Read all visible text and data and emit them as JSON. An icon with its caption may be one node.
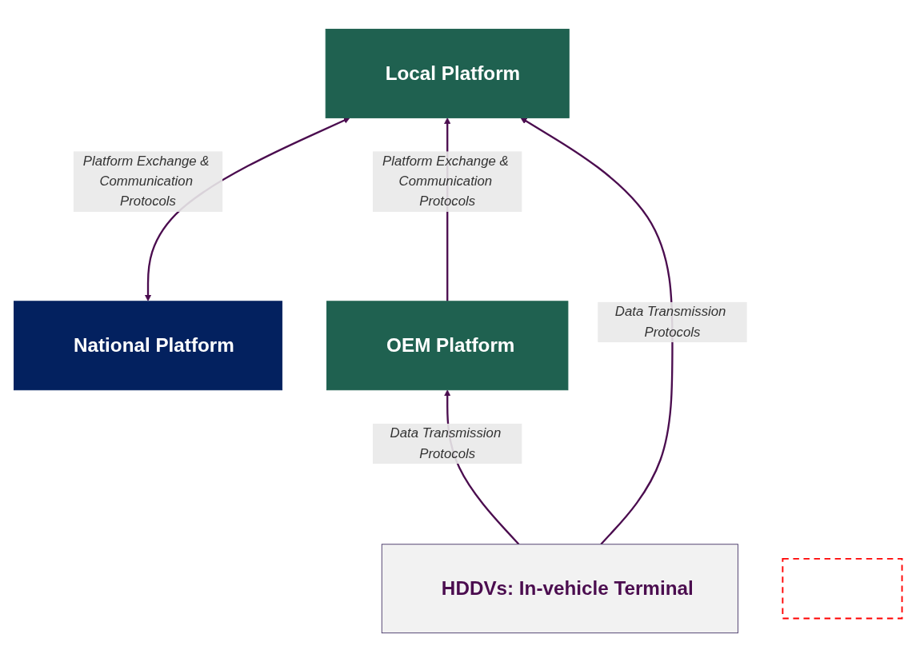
{
  "diagram": {
    "nodes": [
      {
        "text": [
          "National Platform"
        ]
      },
      {
        "text": [
          "OEM Platform"
        ]
      },
      {
        "text": [
          "Local Platform"
        ]
      },
      {
        "text": [
          "HDDVs: In-vehicle Terminal"
        ]
      },
      {
        "text": [],
        "shape": "box"
      }
    ],
    "edges": [
      {
        "from": 0,
        "to": 2,
        "arrow": "both",
        "label": "Platform Exchange & Communication Protocols"
      },
      {
        "from": 1,
        "to": 2,
        "arrow": "to",
        "label": "Platform Exchange & Communication Protocols"
      },
      {
        "from": 3,
        "to": 1,
        "arrow": "to",
        "label": "Data Transmission Protocols"
      },
      {
        "from": 3,
        "to": 2,
        "arrow": "to",
        "label": "Data Transmission Protocols"
      }
    ]
  }
}
